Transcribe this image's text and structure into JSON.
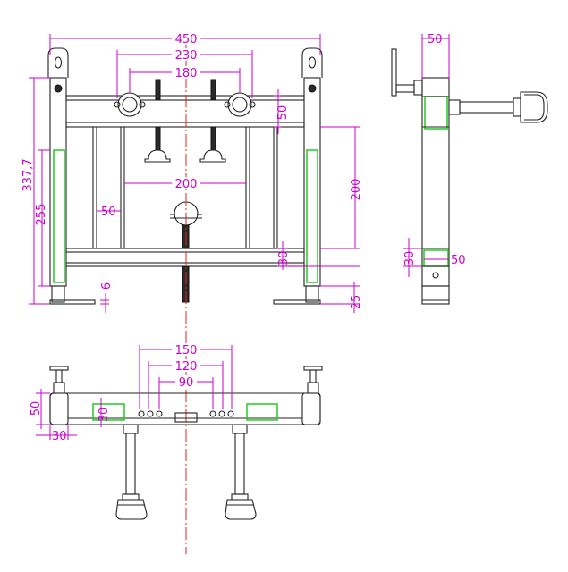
{
  "dimensions": {
    "front_width": "450",
    "front_bar_spacing": "230",
    "front_inlet_spacing": "180",
    "front_rail_gap": "50",
    "left_total_height": "337,7",
    "left_frame_height": "255",
    "front_outlet_drop": "200",
    "front_cross_spacing": "200",
    "front_post_width": "50",
    "front_bottom_rail": "30",
    "front_foot_plate": "6",
    "front_foot_height": "25",
    "side_depth": "50",
    "side_rail_height": "30",
    "side_rail_depth": "50",
    "top_hole_spacing_outer": "150",
    "top_hole_spacing_mid": "120",
    "top_hole_spacing_inner": "90",
    "top_frame_depth": "50",
    "top_post_offset": "30",
    "top_rail_width": "30"
  },
  "colors": {
    "dimension": "#cc00cc",
    "outline": "#222222",
    "highlight": "#22cc22",
    "axis": "#e02020"
  }
}
